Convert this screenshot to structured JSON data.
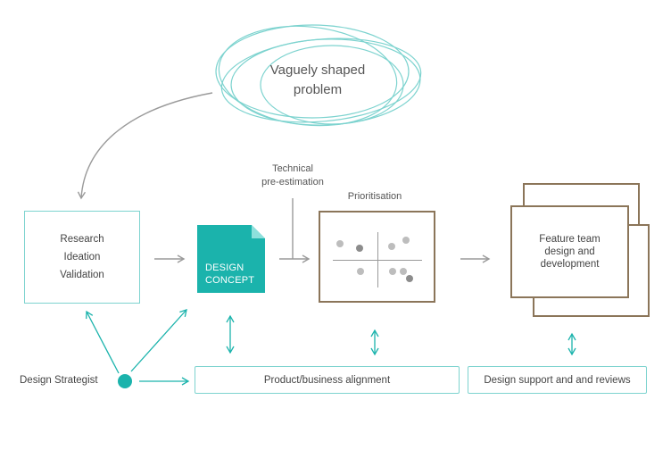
{
  "problem": {
    "label_line1": "Vaguely shaped",
    "label_line2": "problem"
  },
  "research_box": {
    "items": [
      "Research",
      "Ideation",
      "Validation"
    ]
  },
  "design_concept": {
    "line1": "DESIGN",
    "line2": "CONCEPT"
  },
  "technical": {
    "line1": "Technical",
    "line2": "pre-estimation"
  },
  "prioritisation": {
    "title": "Prioritisation"
  },
  "feature_team": {
    "line1": "Feature team",
    "line2": "design and",
    "line3": "development"
  },
  "strategist": {
    "label": "Design Strategist"
  },
  "bars": {
    "product_alignment": "Product/business alignment",
    "design_support": "Design support and and reviews"
  },
  "colors": {
    "teal": "#7dd3cf",
    "teal_dark": "#1bb3ac",
    "brown": "#8b7559",
    "arrow_gray": "#9a9a9a"
  }
}
